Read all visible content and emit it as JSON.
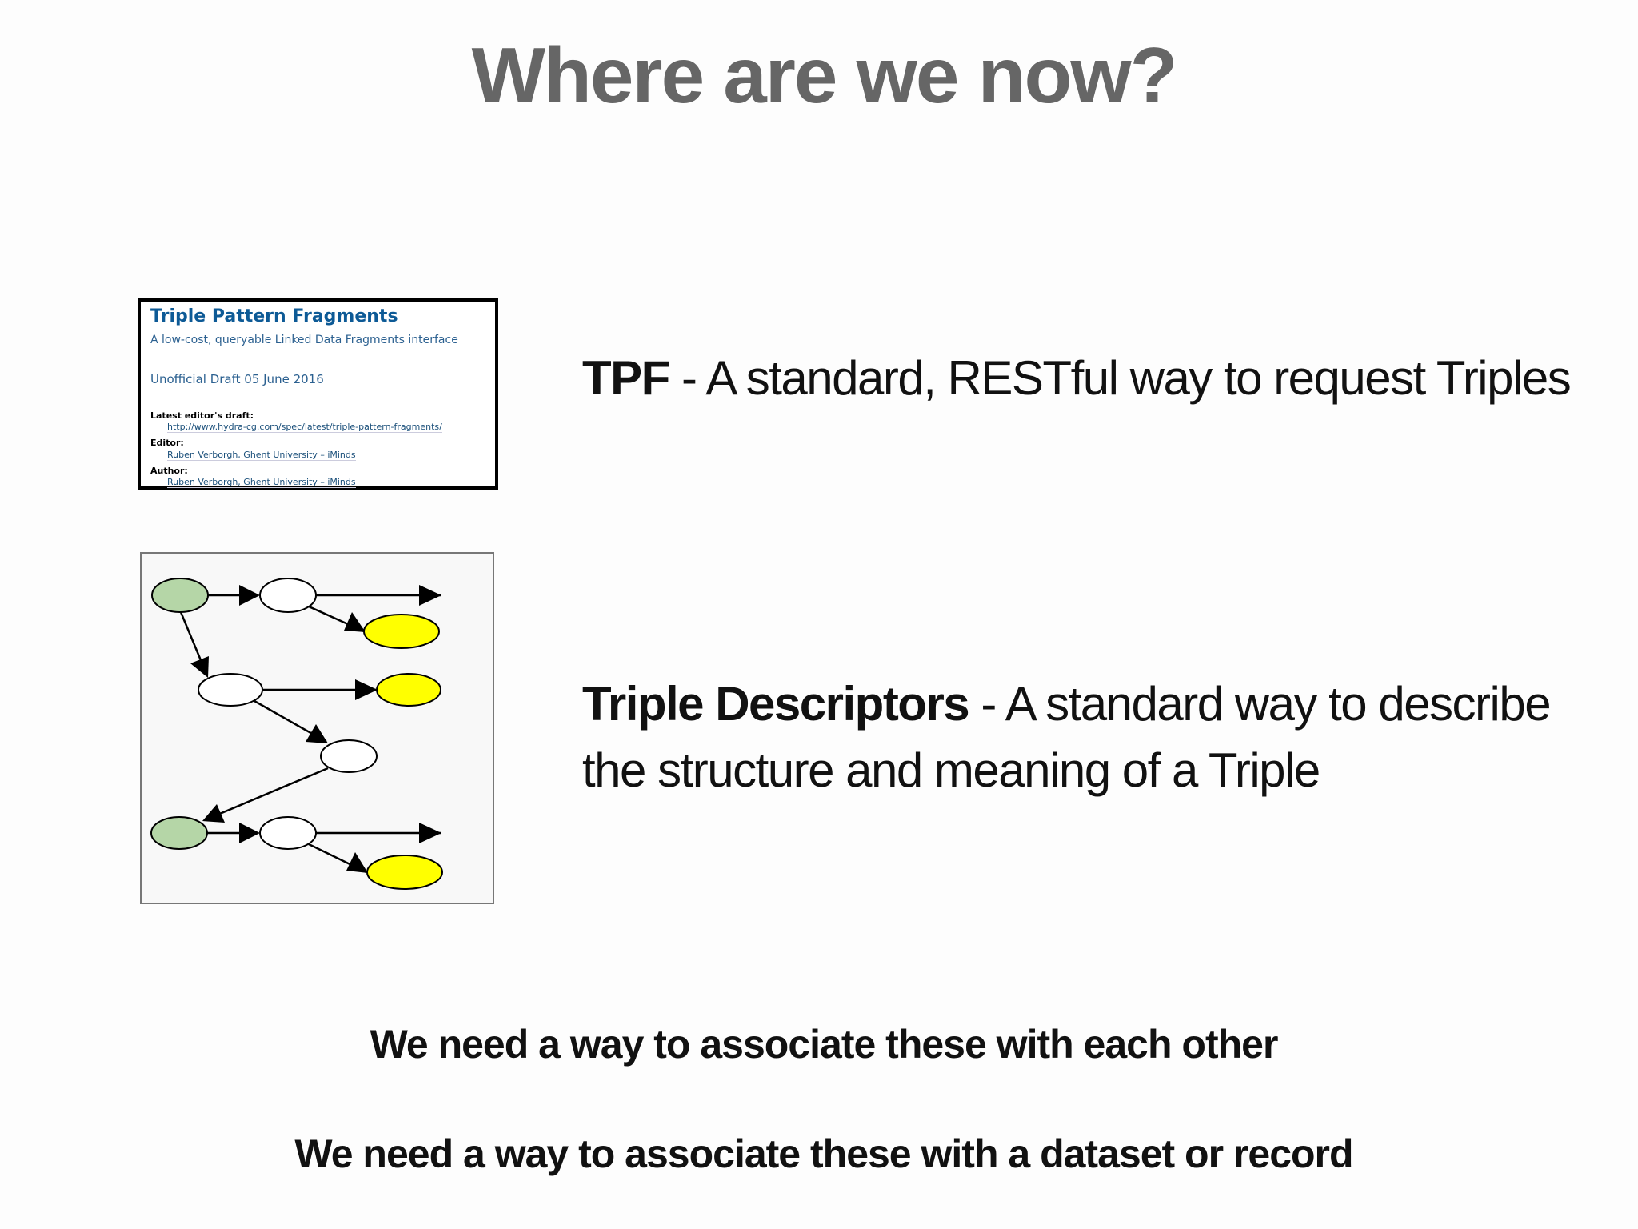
{
  "title": "Where are we now?",
  "tpf_card": {
    "heading": "Triple Pattern Fragments",
    "subtitle": "A low-cost, queryable Linked Data Fragments interface",
    "draft": "Unofficial Draft 05 June 2016",
    "latest_label": "Latest editor's draft:",
    "latest_url": "http://www.hydra-cg.com/spec/latest/triple-pattern-fragments/",
    "editor_label": "Editor:",
    "editor_value": "Ruben Verborgh, Ghent University – iMinds",
    "author_label": "Author:",
    "author_value": "Ruben Verborgh, Ghent University – iMinds"
  },
  "tpf": {
    "term": "TPF",
    "text": " - A standard, RESTful way to request Triples"
  },
  "descriptors": {
    "term": "Triple Descriptors",
    "text1": " - A standard way to describe",
    "text2": "the structure and meaning of a Triple"
  },
  "need1": "We need a way to associate these with each other",
  "need2": "We need a way to associate these with a dataset or record",
  "colors": {
    "title": "#666666",
    "card_blue": "#0d5a96",
    "node_green": "#b5d6a7",
    "node_yellow": "#ffff00",
    "node_white": "#ffffff"
  }
}
